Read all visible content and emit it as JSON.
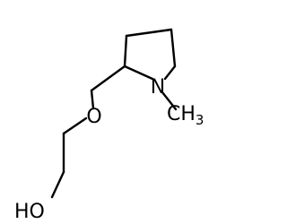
{
  "molecule": {
    "colors": {
      "bond": "#000000",
      "label": "#000000",
      "background": "#ffffff"
    },
    "labels": {
      "nitrogen": "N",
      "methyl_main": "CH",
      "methyl_sub": "3",
      "ether_oxygen": "O",
      "hydroxyl": "HO"
    }
  }
}
